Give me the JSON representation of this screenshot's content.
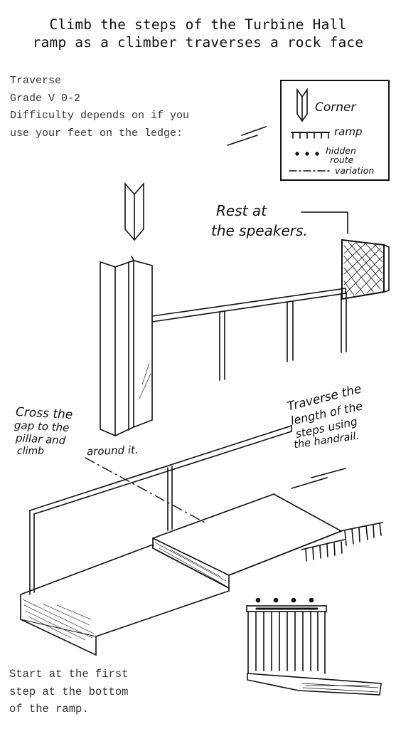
{
  "title": {
    "line1": "Climb the steps of the Turbine Hall",
    "line2": "ramp as a climber traverses a rock face"
  },
  "intro": {
    "line1": "Traverse",
    "line2": "Grade V 0-2",
    "line3": "Difficulty depends on if you",
    "line4": "use your feet on the ledge:"
  },
  "legend": {
    "corner": "Corner",
    "ramp": "ramp",
    "hidden_route_1": "hidden",
    "hidden_route_2": "route",
    "variation": "variation"
  },
  "notes": {
    "rest_1": "Rest at",
    "rest_2": "the speakers.",
    "cross_1": "Cross the",
    "cross_2": "gap to the",
    "cross_3": "pillar and",
    "cross_4": "climb",
    "cross_5": "around it.",
    "traverse_1": "Traverse the",
    "traverse_2": "length of the",
    "traverse_3": "steps using",
    "traverse_4": "the handrail."
  },
  "outro": {
    "line1": "Start at the first",
    "line2": "step at the bottom",
    "line3": "of the ramp."
  },
  "icons": [
    "corner-icon",
    "ramp-icon",
    "hidden-route-icon",
    "variation-icon",
    "ledge-icon",
    "speaker-icon",
    "pillar-icon"
  ]
}
